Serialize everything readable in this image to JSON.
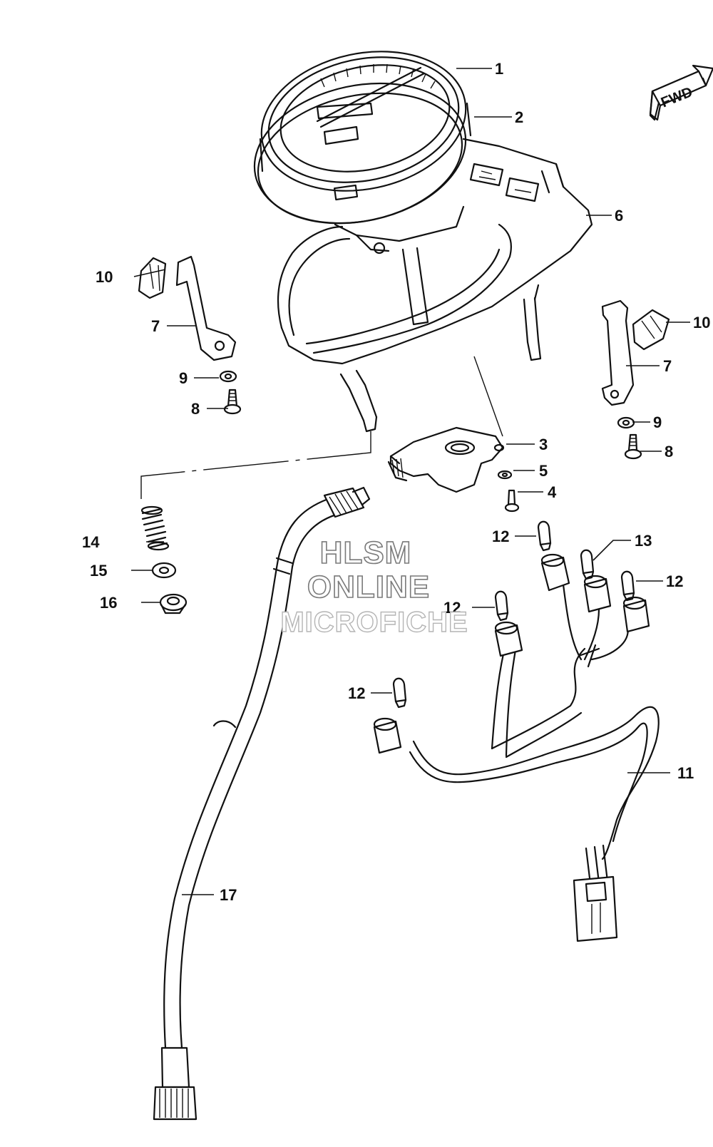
{
  "callouts": {
    "c1": "1",
    "c2": "2",
    "c3": "3",
    "c4": "4",
    "c5": "5",
    "c6": "6",
    "c7_left": "7",
    "c7_right": "7",
    "c8_left": "8",
    "c8_right": "8",
    "c9_left": "9",
    "c9_right": "9",
    "c10_left": "10",
    "c10_right": "10",
    "c11": "11",
    "c12_a": "12",
    "c12_b": "12",
    "c12_c": "12",
    "c12_d": "12",
    "c13": "13",
    "c14": "14",
    "c15": "15",
    "c16": "16",
    "c17": "17"
  },
  "direction_badge": {
    "label": "FWD"
  },
  "watermark": {
    "line1": "HLSM",
    "line2": "ONLINE",
    "line3": "MICROFICHE"
  }
}
